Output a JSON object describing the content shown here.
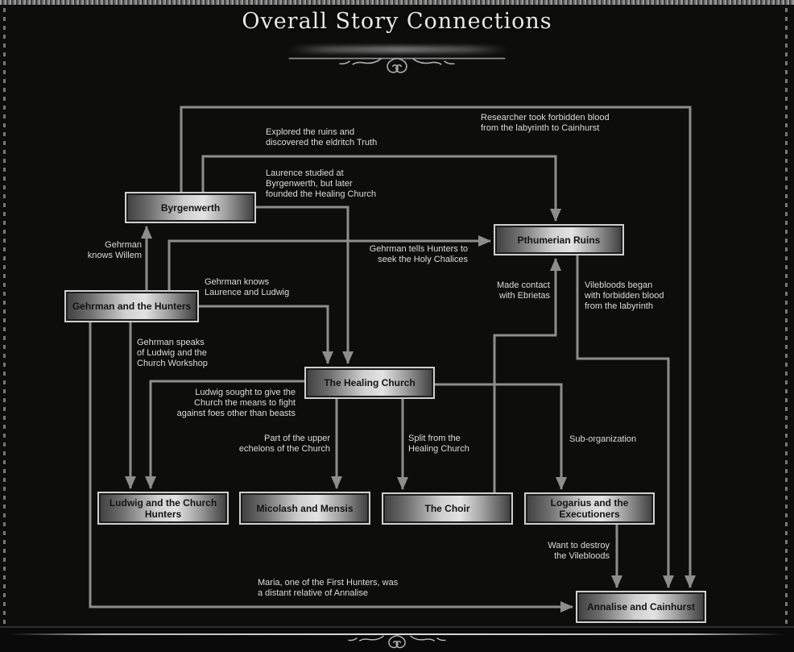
{
  "title": "Overall Story Connections",
  "nodes": {
    "byrgenwerth": {
      "label": "Byrgenwerth"
    },
    "pthumerian_ruins": {
      "label": "Pthumerian Ruins"
    },
    "gehrman_hunters": {
      "label": "Gehrman and the Hunters"
    },
    "healing_church": {
      "label": "The Healing Church"
    },
    "ludwig_church_hunters": {
      "label": "Ludwig and the Church Hunters"
    },
    "micolash_mensis": {
      "label": "Micolash and Mensis"
    },
    "the_choir": {
      "label": "The Choir"
    },
    "logarius_executioners": {
      "label": "Logarius and the Executioners"
    },
    "annalise_cainhurst": {
      "label": "Annalise and Cainhurst"
    }
  },
  "edge_labels": {
    "researcher": "Researcher took forbidden blood\nfrom the labyrinth to Cainhurst",
    "explored": "Explored the ruins and\ndiscovered the eldritch Truth",
    "laurence": "Laurence studied at\nByrgenwerth, but later\nfounded the Healing Church",
    "gehrman_willem": "Gehrman\nknows Willem",
    "tells_hunters": "Gehrman tells Hunters to\nseek the Holy Chalices",
    "knows_laurence": "Gehrman knows\nLaurence and Ludwig",
    "speaks_ludwig": "Gehrman speaks\nof Ludwig and the\nChurch Workshop",
    "ludwig_sought": "Ludwig sought to give the\nChurch the means to fight\nagainst foes other than beasts",
    "part_upper": "Part of the upper\nechelons of the Church",
    "split_from": "Split from the\nHealing Church",
    "sub_org": "Sub-organization",
    "made_contact": "Made contact\nwith Ebrietas",
    "vilebloods": "Vilebloods began\nwith forbidden blood\nfrom the labyrinth",
    "want_destroy": "Want to destroy\nthe Vilebloods",
    "maria": "Maria, one of the First Hunters, was\na distant relative of Annalise"
  },
  "edges": [
    {
      "from": "Byrgenwerth",
      "to": "Annalise and Cainhurst",
      "label": "Researcher took forbidden blood from the labyrinth to Cainhurst"
    },
    {
      "from": "Byrgenwerth",
      "to": "Pthumerian Ruins",
      "label": "Explored the ruins and discovered the eldritch Truth"
    },
    {
      "from": "Byrgenwerth",
      "to": "The Healing Church",
      "label": "Laurence studied at Byrgenwerth, but later founded the Healing Church"
    },
    {
      "from": "Gehrman and the Hunters",
      "to": "Byrgenwerth",
      "label": "Gehrman knows Willem"
    },
    {
      "from": "Gehrman and the Hunters",
      "to": "Pthumerian Ruins",
      "label": "Gehrman tells Hunters to seek the Holy Chalices"
    },
    {
      "from": "Gehrman and the Hunters",
      "to": "The Healing Church",
      "label": "Gehrman knows Laurence and Ludwig"
    },
    {
      "from": "Gehrman and the Hunters",
      "to": "Ludwig and the Church Hunters",
      "label": "Gehrman speaks of Ludwig and the Church Workshop"
    },
    {
      "from": "Gehrman and the Hunters",
      "to": "Annalise and Cainhurst",
      "label": "Maria, one of the First Hunters, was a distant relative of Annalise"
    },
    {
      "from": "The Healing Church",
      "to": "Ludwig and the Church Hunters",
      "label": "Ludwig sought to give the Church the means to fight against foes other than beasts"
    },
    {
      "from": "The Healing Church",
      "to": "Micolash and Mensis",
      "label": "Part of the upper echelons of the Church"
    },
    {
      "from": "The Healing Church",
      "to": "The Choir",
      "label": "Split from the Healing Church"
    },
    {
      "from": "The Healing Church",
      "to": "Logarius and the Executioners",
      "label": "Sub-organization"
    },
    {
      "from": "The Choir",
      "to": "Pthumerian Ruins",
      "label": "Made contact with Ebrietas"
    },
    {
      "from": "Pthumerian Ruins",
      "to": "Annalise and Cainhurst",
      "label": "Vilebloods began with forbidden blood from the labyrinth"
    },
    {
      "from": "Logarius and the Executioners",
      "to": "Annalise and Cainhurst",
      "label": "Want to destroy the Vilebloods"
    }
  ],
  "colors": {
    "background": "#0d0d0c",
    "line": "#8d8d8d",
    "label_text": "#dcdcdc",
    "node_text": "#141414",
    "node_silver": "#e3e3e3",
    "node_dark": "#3f3f3f",
    "title_text": "#e8e8e8"
  }
}
